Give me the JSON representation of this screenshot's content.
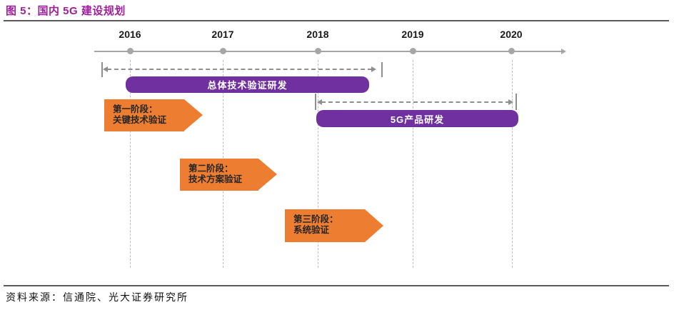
{
  "title": "图 5：国内 5G 建设规划",
  "timeline": {
    "years": [
      "2016",
      "2017",
      "2018",
      "2019",
      "2020"
    ]
  },
  "bars": {
    "overall_rd": "总体技术验证研发",
    "product_rd": "5G产品研发"
  },
  "phases": {
    "phase1": {
      "line1": "第一阶段：",
      "line2": "关键技术验证"
    },
    "phase2": {
      "line1": "第二阶段：",
      "line2": "技术方案验证"
    },
    "phase3": {
      "line1": "第三阶段：",
      "line2": "系统验证"
    }
  },
  "source": "资料来源：信通院、光大证券研究所",
  "colors": {
    "title_magenta": "#9E1F9B",
    "bar_purple": "#7030A0",
    "arrow_orange": "#ED7D31",
    "axis_gray": "#A6A6A6",
    "dash_gray": "#8F8F8F",
    "rule_gray": "#595959"
  },
  "chart_data": {
    "type": "gantt",
    "title": "图 5：国内 5G 建设规划",
    "x_axis": {
      "ticks": [
        "2016",
        "2017",
        "2018",
        "2019",
        "2020"
      ],
      "range": [
        2015.6,
        2020.6
      ],
      "arrow": true
    },
    "gridlines": "dashed vertical at each year",
    "bars": [
      {
        "label": "总体技术验证研发",
        "start": 2016.0,
        "end": 2018.5,
        "color": "#7030A0",
        "row": 1
      },
      {
        "label": "5G产品研发",
        "start": 2018.0,
        "end": 2020.0,
        "color": "#7030A0",
        "row": 2
      }
    ],
    "phases": [
      {
        "label": "第一阶段：关键技术验证",
        "start": 2015.7,
        "end": 2016.8,
        "color": "#ED7D31",
        "row": 2
      },
      {
        "label": "第二阶段：技术方案验证",
        "start": 2016.5,
        "end": 2017.5,
        "color": "#ED7D31",
        "row": 3
      },
      {
        "label": "第三阶段：系统验证",
        "start": 2017.6,
        "end": 2018.7,
        "color": "#ED7D31",
        "row": 4
      }
    ],
    "annotations": [
      {
        "type": "dashed-double-arrow-with-end-ticks",
        "start": 2015.7,
        "end": 2018.65,
        "above": "总体技术验证研发"
      },
      {
        "type": "dashed-double-arrow-with-end-ticks",
        "start": 2018.0,
        "end": 2020.05,
        "above": "5G产品研发"
      }
    ],
    "source": "资料来源：信通院、光大证券研究所"
  }
}
